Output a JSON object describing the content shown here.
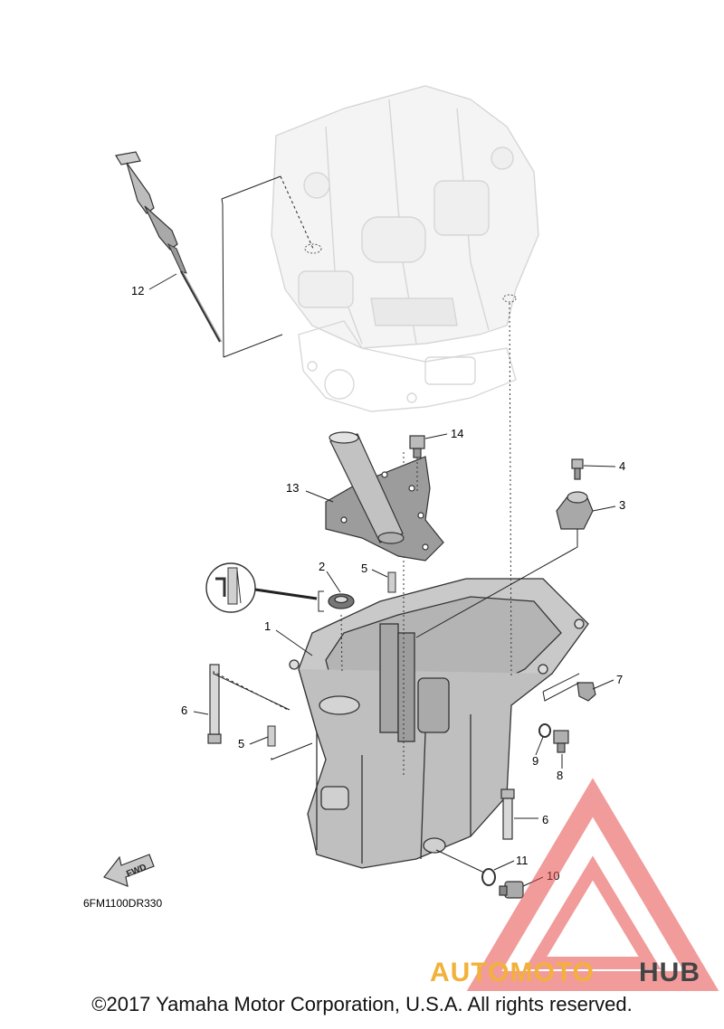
{
  "diagram": {
    "part_code": "6FM1100DR330",
    "fwd_label": "FWD",
    "callouts": [
      "1",
      "2",
      "3",
      "4",
      "5",
      "5",
      "6",
      "6",
      "7",
      "8",
      "9",
      "10",
      "11",
      "12",
      "13",
      "14"
    ]
  },
  "watermark": {
    "word_a": "AUTOMOTO",
    "word_b": "HUB",
    "color_a": "#f2b13a",
    "color_b": "#444444",
    "triangle_color": "#e64a4a"
  },
  "footer": {
    "copyright": "©2017 Yamaha Motor Corporation, U.S.A. All rights reserved."
  }
}
